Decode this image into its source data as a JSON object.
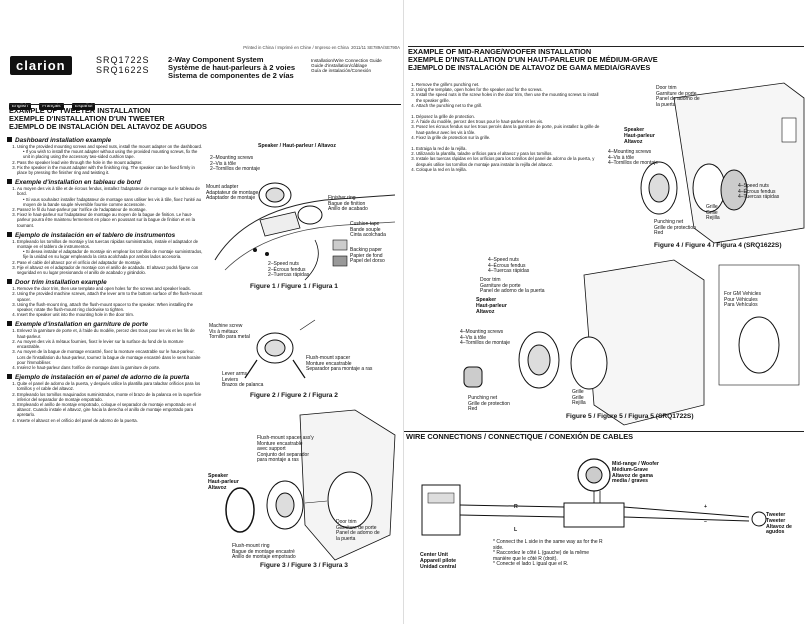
{
  "header": {
    "printed": "Printed in China / Imprimé en Chine / Impreso en China",
    "date_code": "2011/11  SE789A/SE790A",
    "logo": "clarion",
    "models": [
      "SRQ1722S",
      "SRQ1622S"
    ],
    "titles": [
      "2-Way Component System",
      "Système de haut-parleurs à 2 voies",
      "Sistema de componentes de 2 vías"
    ],
    "side": [
      "Installation/Wire Connection Guide",
      "Guide d'installation/câblage",
      "Guía de instalación/Conexión"
    ],
    "languages": [
      "English",
      "Français",
      "Español"
    ]
  },
  "tweeter": {
    "title_lines": [
      "EXAMPLE OF TWEETER INSTALLATION",
      "EXEMPLE D'INSTALLATION D'UN TWEETER",
      "EJEMPLO DE INSTALACIÓN DEL ALTAVOZ DE AGUDOS"
    ],
    "dash_en": {
      "heading": "Dashboard installation example",
      "items": [
        "Using the provided mounting screws and speed nuts, install the mount adapter on the dashboard.",
        "• If you wish to install the mount adapter without using the provided mounting screws, fix the unit in placing using the accessory two-sided cushion tape.",
        "Pass the speaker lead wire through the hole in the mount adapter.",
        "Fix the speaker in the mount adapter with the finishing ring. The speaker can be fixed firmly in place by pressing the finisher ring and twisting it."
      ]
    },
    "dash_fr": {
      "heading": "Exemple d'installation en tableau de bord",
      "items": [
        "Au moyen des vis à tôle et de écrous fendus, installez l'adaptateur de montage sur le tableau de bord.",
        "• Si vous souhaitez installer l'adaptateur de montage sans utiliser les vis à tôle, fixez l'unité au moyen de la bande souple réversible fournie comme accessoire.",
        "Passez le fil du haut-parleur par l'orifice de l'adaptateur de montage.",
        "Fixez le haut-parleur sur l'adaptateur de montage au moyen de la bague de finition. Le haut-parleur pourra être maintenu fermement en place en poussant sur la bague de finition et en la tournant."
      ]
    },
    "dash_es": {
      "heading": "Ejemplo de instalación en el tablero de instrumentos",
      "items": [
        "Empleando los tornillos de montaje y las tuercas rápidas suministrados, instale el adaptador de montaje en el tablero de instrumentos.",
        "• Si desea instalar el adaptador de montaje sin emplear los tornillos de montaje suministrados, fije la unidad en su lugar empleando la cinta acolchada por ambos lados accesoria.",
        "Pase el cable del altavoz por el orificio del adaptador de montaje.",
        "Fije el altavoz en el adaptador de montaje con el anillo de acabado. El altavoz podrá fijarse con seguridad en su lugar presionando el anillo de acabado y girándolo."
      ]
    },
    "door_en": {
      "heading": "Door trim installation example",
      "items": [
        "Remove the door trim, then use template and open holes for the screws and speaker leads.",
        "Using the provided machine screws, attach the lever arm to the bottom surface of the flush-mount spacer.",
        "Using the flush-mount ring, attach the flush-mount spacer to the speaker. When installing the speaker, rotate the flush-mount ring clockwise to tighten.",
        "Insert the speaker unit into the mounting hole in the door trim."
      ]
    },
    "door_fr": {
      "heading": "Exemple d'installation en garniture de porte",
      "items": [
        "Enlevez la garniture de porte et, à l'aide du modèle, percez des trous pour les vis et les fils de haut-parleur.",
        "Au moyen des vis à métaux fournies, fixez le levier sur la surface du fond de la monture encastrable.",
        "Au moyen de la bague de montage encastré, fixez la monture encastrable sur le haut-parleur. Lors de l'installation du haut-parleur, tournez la bague de montage encastré dans le sens horaire pour l'immobiliser.",
        "Insérez le haut-parleur dans l'orifice de montage dans la garniture de porte."
      ]
    },
    "door_es": {
      "heading": "Ejemplo de instalación en el panel de adorno de la puerta",
      "items": [
        "Quite el panel de adorno de la puerta, y después utilice la plantilla para taladrar orificios para los tornillos y el cable del altavoz.",
        "Empleando los tornillos maquinados suministrados, monte el brazo de la palanca en la superficie inferior del separador de montaje empotrado.",
        "Empleando el anillo de montaje empotrado, coloque el separador de montaje empotrado en el altavoz. Cuando instale el altavoz, gire hacia la derecha el anillo de montaje empotrado para apretarlo.",
        "Inserte el altavoz en el orificio del panel de adorno de la puerta."
      ]
    },
    "fig1": {
      "caption": "Figure 1 / Figure 1 / Figura 1",
      "labels": {
        "speaker": "Speaker / Haut-parleur / Altavoz",
        "screws": [
          "2–Mounting screws",
          "2–Vis à tôle",
          "2–Tornillos de montaje"
        ],
        "adapter": [
          "Mount adapter",
          "Adaptateur de montage",
          "Adaptador de montaje"
        ],
        "finisher": [
          "Finisher ring",
          "Bague de finition",
          "Anillo de acabado"
        ],
        "cushion": [
          "Cushion tape",
          "Bande souple",
          "Cinta acolchada"
        ],
        "backing": [
          "Backing paper",
          "Papier de fond",
          "Papel del dorso"
        ],
        "nuts": [
          "2–Speed nuts",
          "2–Écrous fendus",
          "2–Tuercas rápidas"
        ]
      }
    },
    "fig2": {
      "caption": "Figure 2 / Figure 2 / Figura 2",
      "labels": {
        "machine": [
          "Machine screw",
          "Vis à métaux",
          "Tornillo para metal"
        ],
        "spacer": [
          "Flush-mount spacer",
          "Monture encastrable",
          "Separador para montaje a ras"
        ],
        "lever": [
          "Lever arms",
          "Leviers",
          "Brazos de palanca"
        ]
      }
    },
    "fig3": {
      "caption": "Figure 3 / Figure 3 / Figura 3",
      "labels": {
        "assy": [
          "Flush-mount spacer ass'y",
          "Monture encastrable",
          "avec support",
          "Conjunto del separador",
          "para montaje a ras"
        ],
        "speaker": [
          "Speaker",
          "Haut-parleur",
          "Altavoz"
        ],
        "ring": [
          "Flush-mount ring",
          "Bague de montage encastré",
          "Anillo de montaje empotrado"
        ],
        "door": [
          "Door trim",
          "Garniture de porte",
          "Panel de adorno de",
          "la puerta"
        ]
      }
    }
  },
  "midrange": {
    "title_lines": [
      "EXAMPLE OF MID-RANGE/WOOFER INSTALLATION",
      "EXEMPLE D'INSTALLATION D'UN HAUT-PARLEUR DE MÉDIUM-GRAVE",
      "EJEMPLO DE INSTALACIÓN DE ALTAVOZ DE GAMA MEDIA/GRAVES"
    ],
    "en": [
      "Remove the grille's punching net.",
      "Using the template, open holes for the speaker and for the screws.",
      "Install the speed nuts in the screw holes in the door trim, then use the mounting screws to install the speaker grille.",
      "Attach the punching net to the grill."
    ],
    "fr": [
      "Déposez la grille de protection.",
      "À l'aide du modèle, percez des trous pour le haut-parleur et les vis.",
      "Posez les écrous fendus sur les trous percés dans la garniture de porte, puis installez la grille de haut-parleur avec les vis à tôle.",
      "Fixez la grille de protection sur la grille."
    ],
    "es": [
      "Extraiga la red de la rejilla.",
      "Utilizando la plantilla, taladre orificios para el altavoz y para los tornillos.",
      "Instale las tuercas rápidas en los orificios para los tornillos del panel de adorno de la puerta, y después utilice los tornillos de montaje para instalar la rejilla del altavoz.",
      "Coloque la red en la rejilla."
    ],
    "fig4": {
      "caption": "Figure 4 / Figure 4 / Figura 4 (SRQ1622S)",
      "labels": {
        "door": [
          "Door trim",
          "Garniture de porte",
          "Panel de adorno de",
          "la puerta"
        ],
        "speaker": [
          "Speaker",
          "Haut-parleur",
          "Altavoz"
        ],
        "screws": [
          "4–Mounting screws",
          "4–Vis à tôle",
          "4–Tornillos de montaje"
        ],
        "nuts": [
          "4–Speed nuts",
          "4–Écrous fendus",
          "4–Tuercas rápidas"
        ],
        "grille": [
          "Grille",
          "Grille",
          "Rejilla"
        ],
        "net": [
          "Punching net",
          "Grille de protection",
          "Red"
        ]
      }
    },
    "fig5": {
      "caption": "Figure 5 / Figure 5 / Figura 5 (SRQ1722S)",
      "labels": {
        "nuts": [
          "4–Speed nuts",
          "4–Écrous fendus",
          "4–Tuercas rápidas"
        ],
        "door": [
          "Door trim",
          "Garniture de porte",
          "Panel de adorno de la puerta"
        ],
        "speaker": [
          "Speaker",
          "Haut-parleur",
          "Altavoz"
        ],
        "screws": [
          "4–Mounting screws",
          "4–Vis à tôle",
          "4–Tornillos de montaje"
        ],
        "gm": [
          "For GM Vehicles",
          "Pour Véhicules",
          "Para Vehículos"
        ],
        "grille": [
          "Grille",
          "Grille",
          "Rejilla"
        ],
        "net": [
          "Punching net",
          "Grille de protection",
          "Red"
        ]
      }
    }
  },
  "wiring": {
    "title": "WIRE CONNECTIONS / CONNECTIQUE / CONEXIÓN DE CABLES",
    "midwoofer": [
      "Mid-range / Woofer",
      "Médium-Grave",
      "Altavoz de gama",
      "media / graves"
    ],
    "tweeter": [
      "Tweeter",
      "Tweeter",
      "Altavoz de agudos"
    ],
    "center": [
      "Center Unit",
      "Appareil pilote",
      "Unidad central"
    ],
    "notes": [
      "* Connect the L side in the same way as for the R side.",
      "* Raccordez le côté L (gauche) de la même manière que le côté R (droit).",
      "* Conecte el lado L igual que el R."
    ],
    "marks": [
      "R",
      "L",
      "+",
      "–"
    ]
  }
}
